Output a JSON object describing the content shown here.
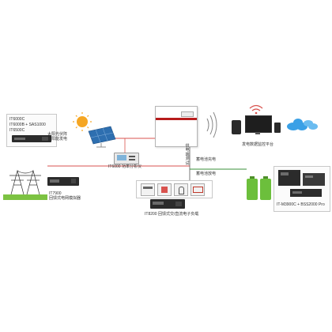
{
  "source_box": {
    "line1": "IT6000C",
    "line2": "IT6000B  + SAS1000",
    "line3": "IT6500C"
  },
  "solar_label": {
    "line1": "太阳光伏阵",
    "line2": "太阳能发电"
  },
  "power_analyzer": "IT6000 功率分析仪",
  "grid_simulator": {
    "line1": "IT7900",
    "line2": "回馈式电网模拟器"
  },
  "load_caption": "IT8200 回馈式交/直流电子负载",
  "vertical_label": "供电端测试",
  "battery_charge": "蓄电池充电",
  "battery_discharge": "蓄电池放电",
  "monitor_caption": "发电数据监控平台",
  "battery_sim": "IT-M3900C + BSS2000 Pro",
  "colors": {
    "red_line": "#d9534f",
    "green_line": "#3a8f3a",
    "battery_green": "#6cbf3c",
    "cloud_blue": "#3aa0e6",
    "panel_blue": "#2e6fb0"
  }
}
